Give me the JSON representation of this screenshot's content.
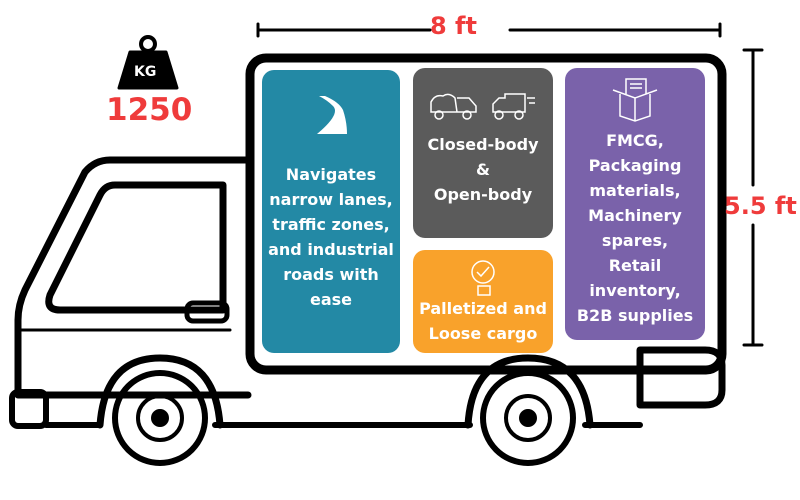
{
  "dimensions": {
    "length": "8 ft",
    "height": "5.5 ft"
  },
  "weight": {
    "icon_label": "KG",
    "value": "1250"
  },
  "panels": {
    "maneuverability": {
      "text": "Navigates\nnarrow lanes,\ntraffic zones,\nand industrial\nroads with\nease",
      "color": "#2389a5",
      "icon": "winding-road-icon"
    },
    "body_types": {
      "text": "Closed-body\n&\nOpen-body",
      "color": "#5b5b5b",
      "icons": [
        "open-body-truck-icon",
        "closed-body-truck-icon"
      ]
    },
    "cargo": {
      "text": "Palletized and\nLoose cargo",
      "color": "#f9a22b",
      "icon": "thumbs-up-check-icon"
    },
    "goods": {
      "text": "FMCG,\nPackaging\nmaterials,\nMachinery\nspares,\nRetail\ninventory,\nB2B supplies",
      "color": "#7a62aa",
      "icon": "box-icon"
    }
  },
  "colors": {
    "accent": "#ef3b3b",
    "outline": "#000000"
  }
}
